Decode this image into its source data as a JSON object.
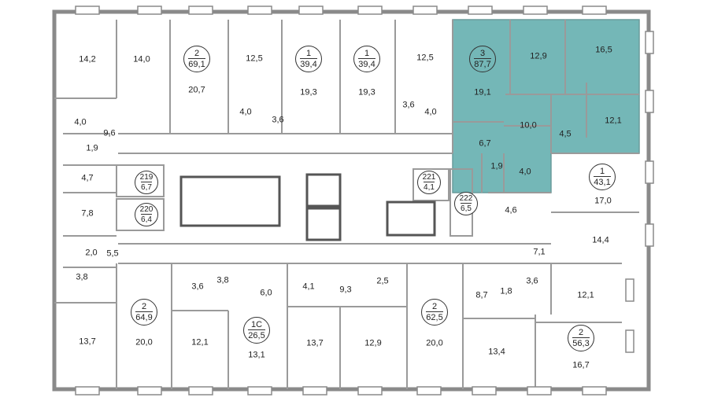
{
  "colors": {
    "wall": "#8a8a8a",
    "inner_wall": "#9a9a9a",
    "highlight": "#74b7b7",
    "window": "#ffffff"
  },
  "rooms": [
    {
      "id": "r1",
      "text": "14,2"
    },
    {
      "id": "r2",
      "text": "14,0"
    },
    {
      "id": "r3",
      "text": "20,7"
    },
    {
      "id": "r4",
      "text": "12,5"
    },
    {
      "id": "r5",
      "text": "19,3"
    },
    {
      "id": "r6",
      "text": "19,3"
    },
    {
      "id": "r7",
      "text": "12,5"
    },
    {
      "id": "r8",
      "text": "19,1"
    },
    {
      "id": "r9",
      "text": "12,9"
    },
    {
      "id": "r10",
      "text": "16,5"
    },
    {
      "id": "r11",
      "text": "10,0"
    },
    {
      "id": "r12",
      "text": "4,5"
    },
    {
      "id": "r13",
      "text": "12,1"
    },
    {
      "id": "r14",
      "text": "6,7"
    },
    {
      "id": "r15",
      "text": "1,9"
    },
    {
      "id": "r16",
      "text": "4,0"
    },
    {
      "id": "r17",
      "text": "4,0"
    },
    {
      "id": "r18",
      "text": "3,6"
    },
    {
      "id": "r19",
      "text": "3,6"
    },
    {
      "id": "r20",
      "text": "4,0"
    },
    {
      "id": "r21",
      "text": "4,0"
    },
    {
      "id": "r22",
      "text": "9,6"
    },
    {
      "id": "r23",
      "text": "1,9"
    },
    {
      "id": "r24",
      "text": "4,7"
    },
    {
      "id": "r25",
      "text": "7,8"
    },
    {
      "id": "r26",
      "text": "2,0"
    },
    {
      "id": "r27",
      "text": "5,5"
    },
    {
      "id": "r28",
      "text": "3,8"
    },
    {
      "id": "r29",
      "text": "17,0"
    },
    {
      "id": "r30",
      "text": "4,6"
    },
    {
      "id": "r31",
      "text": "14,4"
    },
    {
      "id": "r32",
      "text": "7,1"
    },
    {
      "id": "r33",
      "text": "3,6"
    },
    {
      "id": "r34",
      "text": "3,8"
    },
    {
      "id": "r35",
      "text": "6,0"
    },
    {
      "id": "r36",
      "text": "4,1"
    },
    {
      "id": "r37",
      "text": "9,3"
    },
    {
      "id": "r38",
      "text": "2,5"
    },
    {
      "id": "r39",
      "text": "8,7"
    },
    {
      "id": "r40",
      "text": "1,8"
    },
    {
      "id": "r41",
      "text": "3,6"
    },
    {
      "id": "r42",
      "text": "12,1"
    },
    {
      "id": "r43",
      "text": "13,7"
    },
    {
      "id": "r44",
      "text": "20,0"
    },
    {
      "id": "r45",
      "text": "12,1"
    },
    {
      "id": "r46",
      "text": "13,1"
    },
    {
      "id": "r47",
      "text": "13,7"
    },
    {
      "id": "r48",
      "text": "12,9"
    },
    {
      "id": "r49",
      "text": "20,0"
    },
    {
      "id": "r50",
      "text": "13,4"
    },
    {
      "id": "r51",
      "text": "16,7"
    }
  ],
  "apartments": [
    {
      "id": "a1",
      "rooms": "2",
      "area": "69,1",
      "selected": false
    },
    {
      "id": "a2",
      "rooms": "1",
      "area": "39,4",
      "selected": false
    },
    {
      "id": "a3",
      "rooms": "1",
      "area": "39,4",
      "selected": false
    },
    {
      "id": "a4",
      "rooms": "3",
      "area": "87,7",
      "selected": true
    },
    {
      "id": "a5",
      "rooms": "219",
      "area": "6,7",
      "selected": false
    },
    {
      "id": "a6",
      "rooms": "220",
      "area": "6,4",
      "selected": false
    },
    {
      "id": "a7",
      "rooms": "221",
      "area": "4,1",
      "selected": false
    },
    {
      "id": "a8",
      "rooms": "222",
      "area": "6,5",
      "selected": false
    },
    {
      "id": "a9",
      "rooms": "1",
      "area": "43,1",
      "selected": false
    },
    {
      "id": "a10",
      "rooms": "2",
      "area": "64,9",
      "selected": false
    },
    {
      "id": "a11",
      "rooms": "1С",
      "area": "26,5",
      "selected": false
    },
    {
      "id": "a12",
      "rooms": "2",
      "area": "62,5",
      "selected": false
    },
    {
      "id": "a13",
      "rooms": "2",
      "area": "56,3",
      "selected": false
    }
  ]
}
